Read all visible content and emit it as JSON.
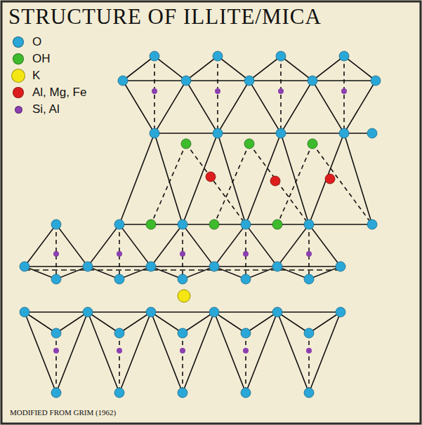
{
  "diagram": {
    "title": "STRUCTURE OF ILLITE/MICA",
    "caption": "MODIFIED FROM GRIM (1962)",
    "legend": [
      {
        "text": "O",
        "color": "#2aa7d6"
      },
      {
        "text": "OH",
        "color": "#3dbb2c"
      },
      {
        "text": "K",
        "color": "#f3e612"
      },
      {
        "text": "Al, Mg, Fe",
        "color": "#dd1d1d"
      },
      {
        "text": "Si, Al",
        "color": "#8b3fb0"
      }
    ]
  }
}
